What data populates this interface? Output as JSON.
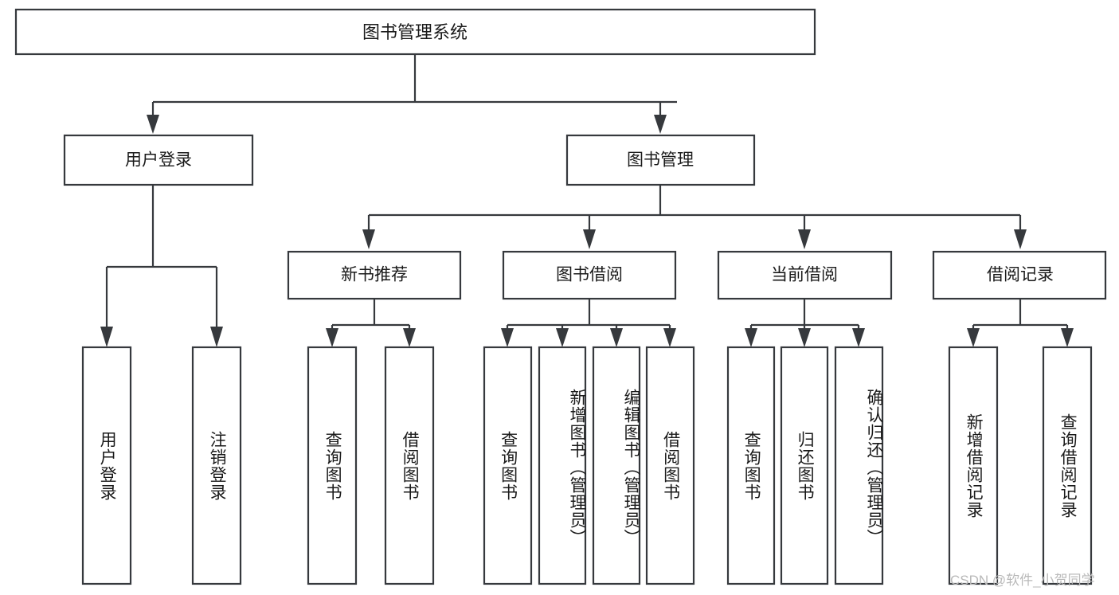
{
  "diagram": {
    "type": "tree-hierarchy",
    "title": "图书管理系统",
    "watermark": "CSDN @软件_小贺同学",
    "colors": {
      "stroke": "#36393d",
      "box_fill": "#ffffff",
      "text": "#1a1a1a",
      "watermark": "#b9b9b9",
      "background": "#ffffff"
    },
    "levels": {
      "root": {
        "label": "图书管理系统"
      },
      "level2": [
        {
          "label": "用户登录"
        },
        {
          "label": "图书管理"
        }
      ],
      "level3": [
        {
          "label": "新书推荐"
        },
        {
          "label": "图书借阅"
        },
        {
          "label": "当前借阅"
        },
        {
          "label": "借阅记录"
        }
      ],
      "leaves": {
        "user_login": [
          {
            "label": "用户登录"
          },
          {
            "label": "注销登录"
          }
        ],
        "new_book_recommend": [
          {
            "label": "查询图书"
          },
          {
            "label": "借阅图书"
          }
        ],
        "book_borrow": [
          {
            "label": "查询图书"
          },
          {
            "label": "新增图书（管理员）"
          },
          {
            "label": "编辑图书（管理员）"
          },
          {
            "label": "借阅图书"
          }
        ],
        "current_borrow": [
          {
            "label": "查询图书"
          },
          {
            "label": "归还图书"
          },
          {
            "label": "确认归还（管理员）"
          }
        ],
        "borrow_records": [
          {
            "label": "新增借阅记录"
          },
          {
            "label": "查询借阅记录"
          }
        ]
      }
    }
  }
}
